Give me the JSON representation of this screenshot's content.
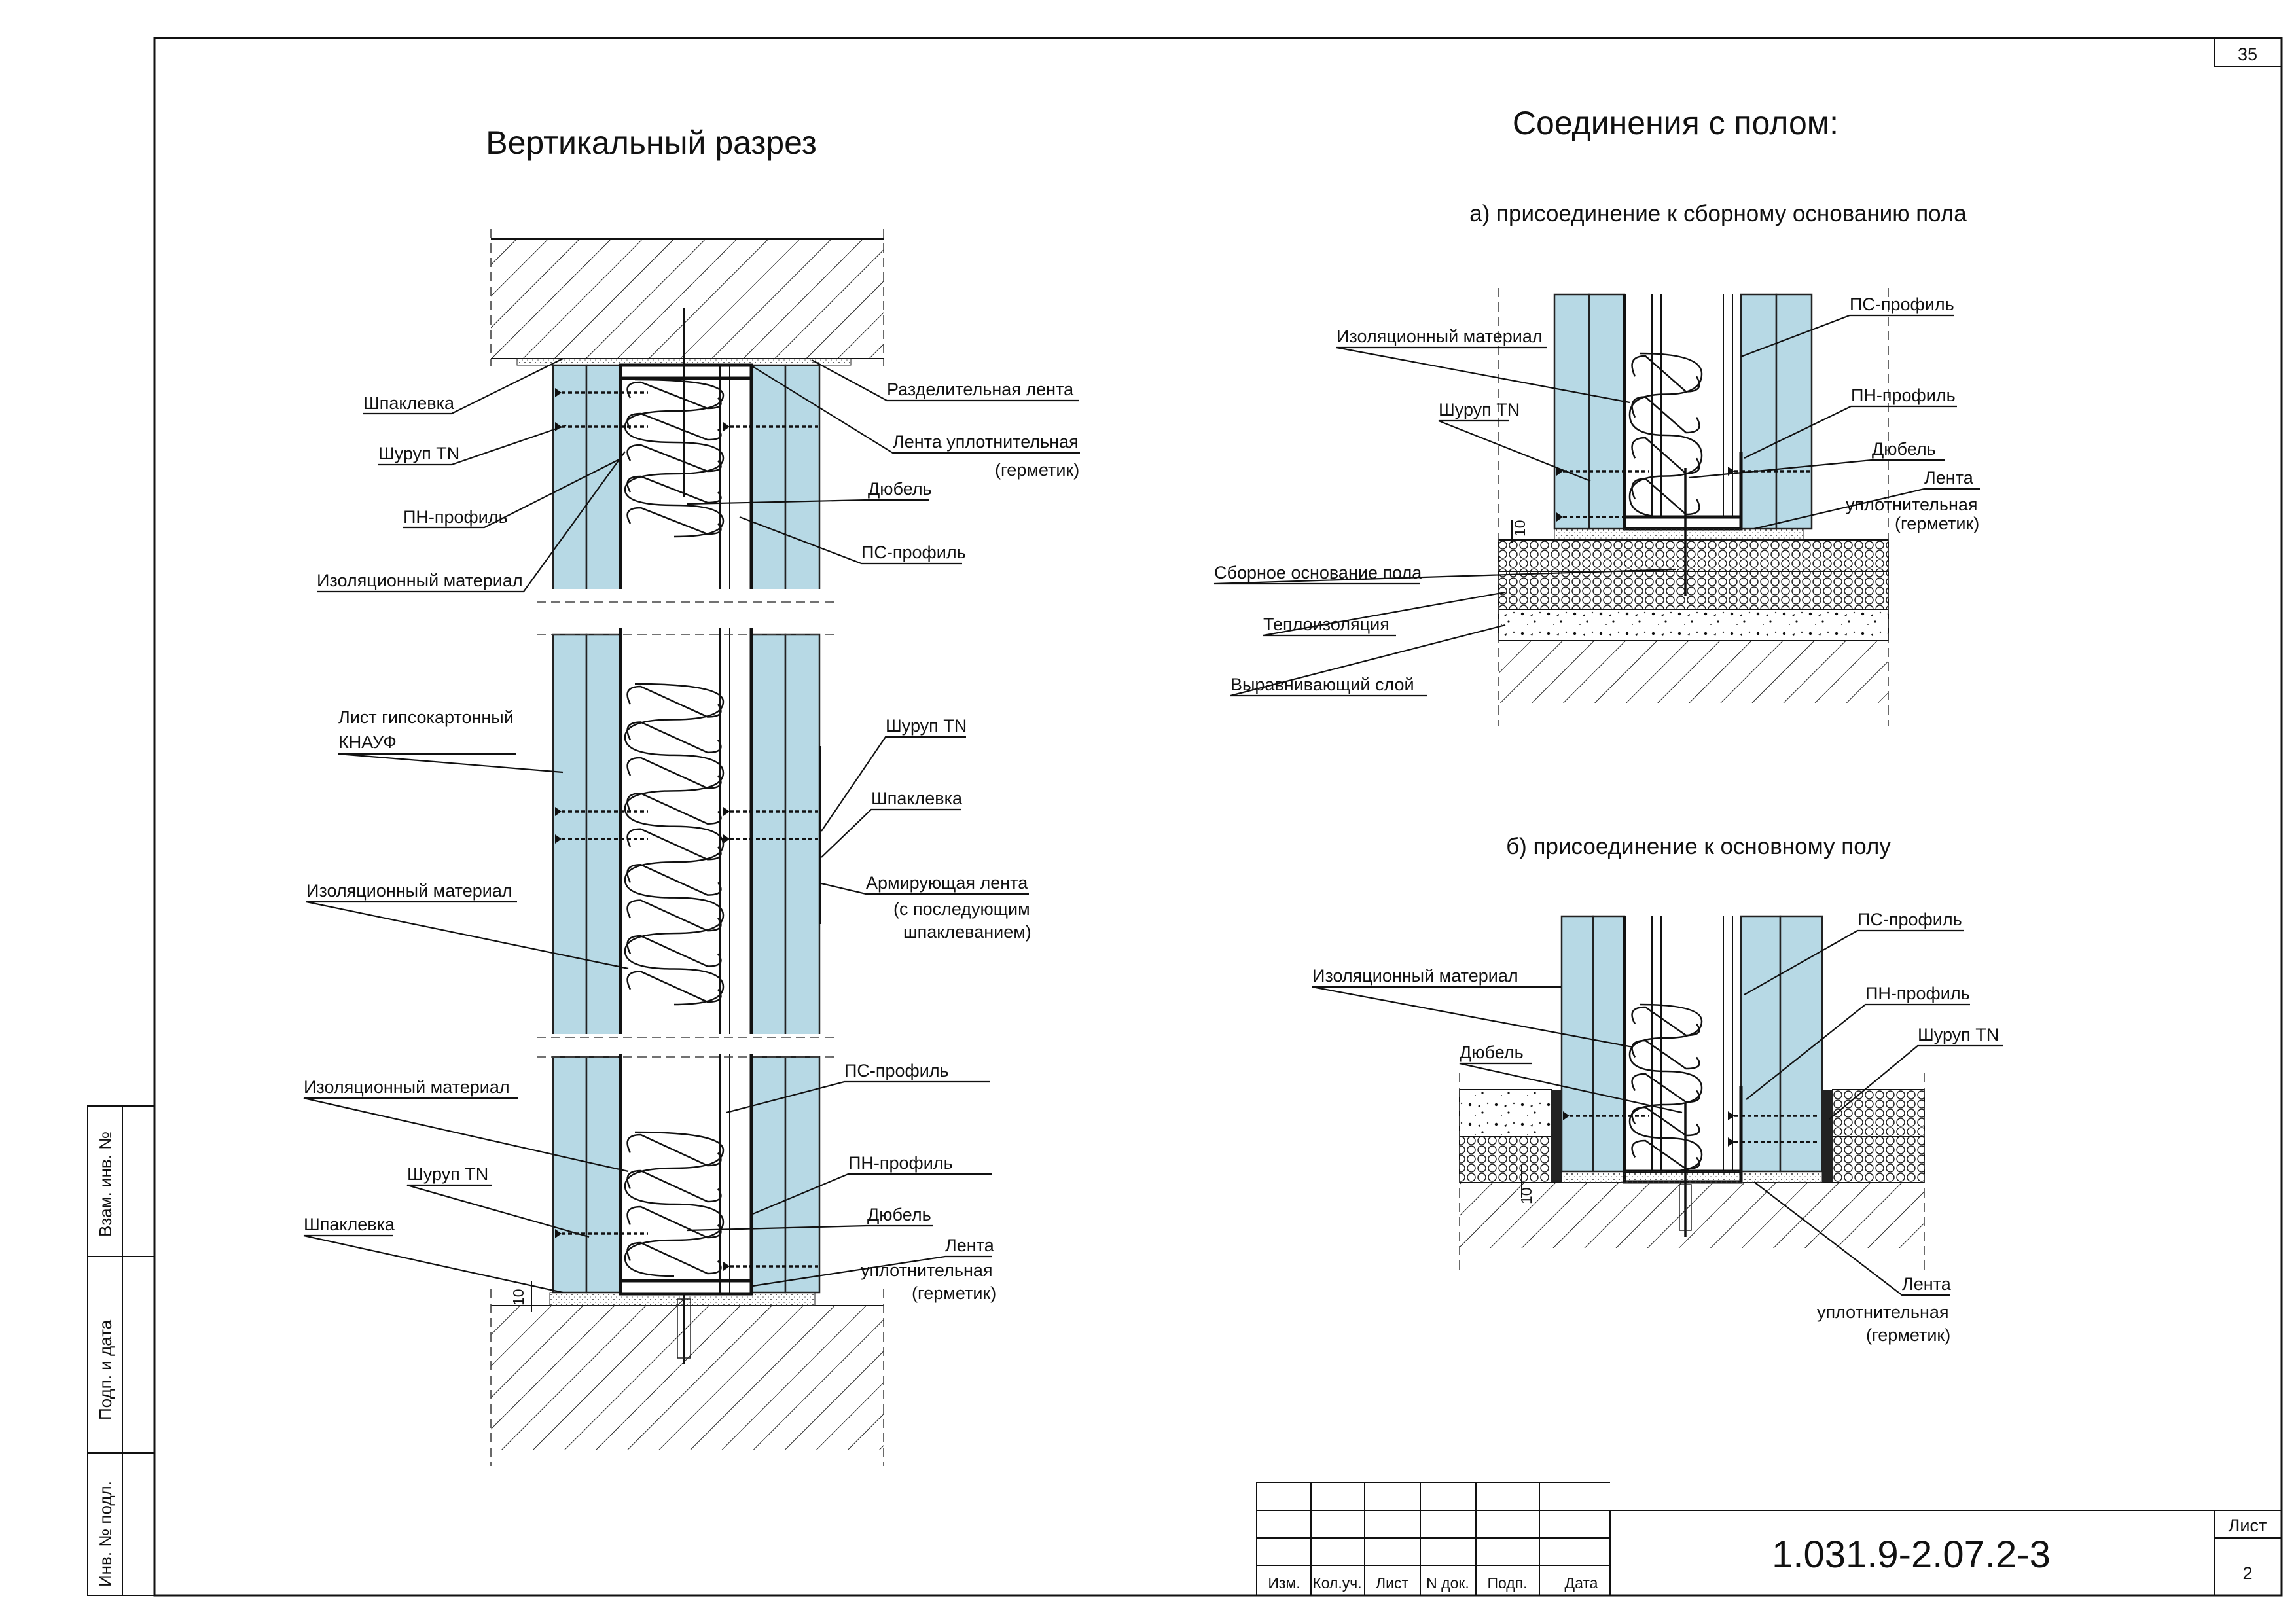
{
  "sheet_number": "35",
  "left_title": "Вертикальный разрез",
  "right_title": "Соединения с полом:",
  "detail_a_title": "а) присоединение к сборному основанию пола",
  "detail_b_title": "б) присоединение к основному полу",
  "vertical_section_labels": {
    "shpaklevka_top": "Шпаклевка",
    "shurup_top": "Шуруп TN",
    "pn_profile_top": "ПН-профиль",
    "insulation_top": "Изоляционный материал",
    "separating_tape": "Разделительная лента",
    "sealing_tape_line1": "Лента уплотнительная",
    "sealing_tape_line2": "(герметик)",
    "dowel_top": "Дюбель",
    "ps_profile_top": "ПС-профиль",
    "gkl_line1": "Лист гипсокартонный",
    "gkl_line2": "КНАУФ",
    "insulation_mid": "Изоляционный материал",
    "shurup_mid": "Шуруп TN",
    "shpaklevka_mid": "Шпаклевка",
    "reinforcing_line1": "Армирующая лента",
    "reinforcing_line2": "(с последующим",
    "reinforcing_line3": "шпаклеванием)",
    "insulation_bot": "Изоляционный материал",
    "shurup_bot": "Шуруп TN",
    "shpaklevka_bot": "Шпаклевка",
    "ps_profile_bot": "ПС-профиль",
    "pn_profile_bot": "ПН-профиль",
    "dowel_bot": "Дюбель",
    "tape_bot_line1": "Лента",
    "tape_bot_line2": "уплотнительная",
    "tape_bot_line3": "(герметик)",
    "dim_10": "10"
  },
  "detail_a_labels": {
    "ps_profile": "ПС-профиль",
    "insulation": "Изоляционный материал",
    "shurup": "Шуруп TN",
    "pn_profile": "ПН-профиль",
    "dowel": "Дюбель",
    "tape_line1": "Лента",
    "tape_line2": "уплотнительная",
    "tape_line3": "(герметик)",
    "prefab_base": "Сборное основание пола",
    "thermal": "Теплоизоляция",
    "leveling": "Выравнивающий слой",
    "dim_10": "10"
  },
  "detail_b_labels": {
    "ps_profile": "ПС-профиль",
    "insulation": "Изоляционный материал",
    "pn_profile": "ПН-профиль",
    "dowel": "Дюбель",
    "shurup": "Шуруп TN",
    "tape_line1": "Лента",
    "tape_line2": "уплотнительная",
    "tape_line3": "(герметик)",
    "dim_10": "10"
  },
  "side_stamp": {
    "vzam": "Взам. инв. №",
    "podp": "Подп. и дата",
    "inv": "Инв. № подл."
  },
  "title_block": {
    "columns": [
      "Изм.",
      "Кол.уч.",
      "Лист",
      "N док.",
      "Подп.",
      "Дата"
    ],
    "document_code": "1.031.9-2.07.2-3",
    "sheet_label": "Лист",
    "sheet_value": "2"
  },
  "colors": {
    "gypsum_board": "#b7d9e5",
    "lines": "#111111"
  }
}
